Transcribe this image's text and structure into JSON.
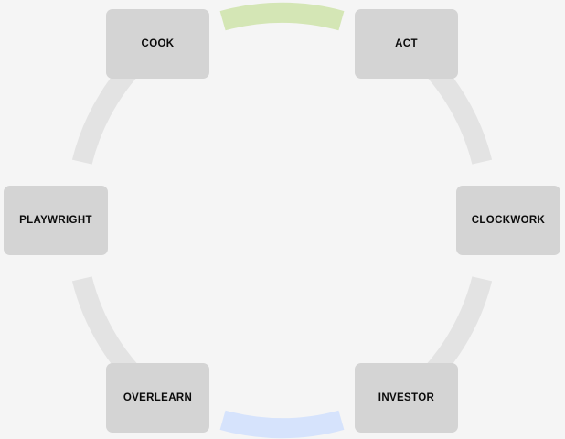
{
  "diagram": {
    "type": "cycle",
    "title": "",
    "background_color": "#f5f5f5",
    "node_fill_color": "#d4d4d4",
    "node_text_color": "#0a0a0a",
    "nodes": [
      {
        "id": "cook",
        "label": "COOK",
        "position": "top-left"
      },
      {
        "id": "act",
        "label": "ACT",
        "position": "top-right"
      },
      {
        "id": "clockwork",
        "label": "CLOCKWORK",
        "position": "right"
      },
      {
        "id": "investor",
        "label": "INVESTOR",
        "position": "bottom-right"
      },
      {
        "id": "overlearn",
        "label": "OVERLEARN",
        "position": "bottom-left"
      },
      {
        "id": "playwright",
        "label": "PLAYWRIGHT",
        "position": "left"
      }
    ],
    "connectors": [
      {
        "id": "cook-to-act",
        "from": "cook",
        "to": "act",
        "color": "#d4e6b5"
      },
      {
        "id": "act-to-clockwork",
        "from": "act",
        "to": "clockwork",
        "color": "#e3e3e3"
      },
      {
        "id": "clockwork-to-investor",
        "from": "clockwork",
        "to": "investor",
        "color": "#e3e3e3"
      },
      {
        "id": "investor-to-overlearn",
        "from": "investor",
        "to": "overlearn",
        "color": "#d6e3fc"
      },
      {
        "id": "overlearn-to-playwright",
        "from": "overlearn",
        "to": "playwright",
        "color": "#e3e3e3"
      },
      {
        "id": "playwright-to-cook",
        "from": "playwright",
        "to": "cook",
        "color": "#e3e3e3"
      }
    ]
  }
}
